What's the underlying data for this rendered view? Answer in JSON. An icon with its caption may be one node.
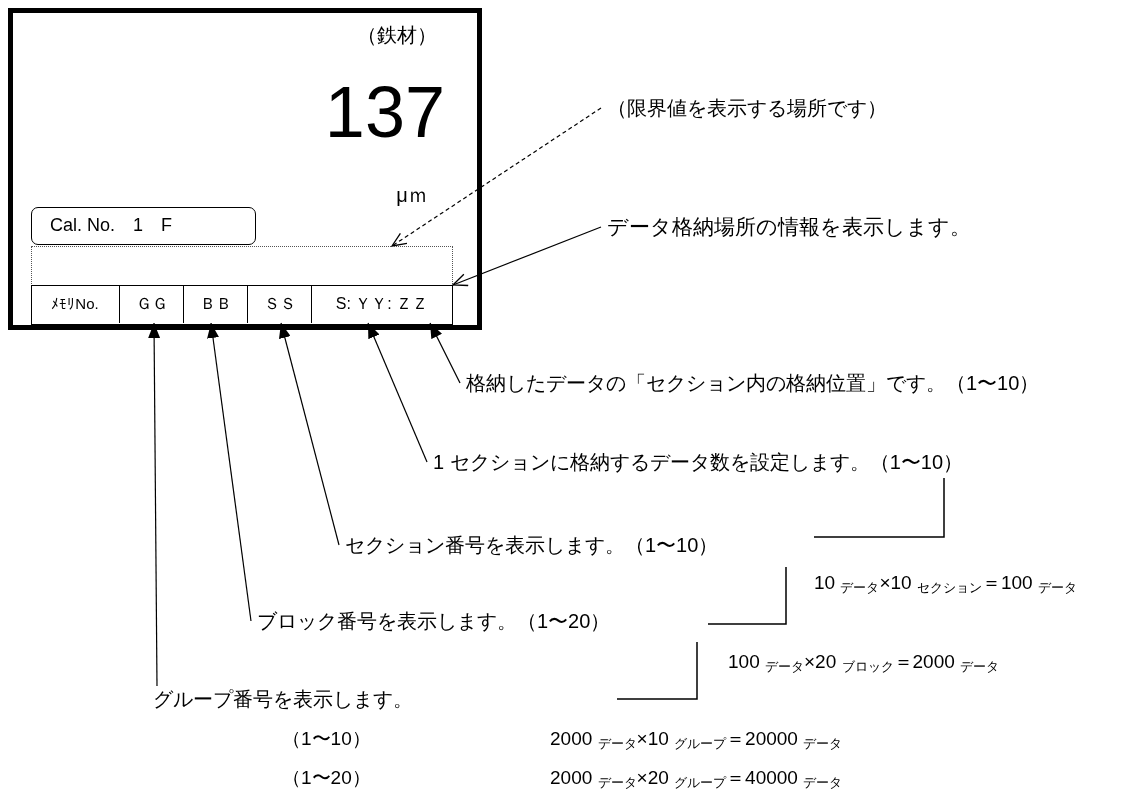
{
  "diagram": {
    "nodes": [
      {
        "text": [],
        "shape": "box"
      },
      {
        "text": [
          "（鉄材）"
        ],
        "in": 0
      },
      {
        "text": [
          "137"
        ],
        "in": 0
      },
      {
        "text": [
          "μｍ"
        ],
        "in": 0
      },
      {
        "text": [
          "Cal. No.　1　F"
        ],
        "in": 0
      },
      {
        "text": [],
        "shape": "box",
        "in": 0
      },
      {
        "text": [],
        "shape": "box",
        "in": 0
      },
      {
        "text": [
          "ﾒﾓﾘNo."
        ],
        "in": 6
      },
      {
        "text": [
          "ＧＧ"
        ],
        "in": 6
      },
      {
        "text": [
          "ＢＢ"
        ],
        "in": 6
      },
      {
        "text": [
          "ＳＳ"
        ],
        "in": 6
      },
      {
        "text": [
          "S: ＹＹ: ＺＺ"
        ],
        "in": 6
      },
      {
        "text": [
          "（限界値を表示する場所です）"
        ]
      },
      {
        "text": [
          "データ格納場所の情報を表示します。"
        ]
      },
      {
        "text": [
          "格納したデータの「セクション内の格納位置」です。（1〜10）"
        ]
      },
      {
        "text": [
          "1 セクションに格納するデータ数を設定します。（1〜10）"
        ]
      },
      {
        "text": [
          "セクション番号を表示します。（1〜10）"
        ]
      },
      {
        "text": [
          "ブロック番号を表示します。（1〜20）"
        ]
      },
      {
        "text": [
          "グループ番号を表示します。"
        ]
      }
    ],
    "edges": [
      {
        "from": 12,
        "to": 5,
        "arrow": "to",
        "style": "dashed"
      },
      {
        "from": 13,
        "to": 6,
        "arrow": "to"
      },
      {
        "from": 14,
        "to": 11,
        "arrow": "to"
      },
      {
        "from": 15,
        "to": 11,
        "arrow": "to"
      },
      {
        "from": 16,
        "to": 10,
        "arrow": "to"
      },
      {
        "from": 17,
        "to": 9,
        "arrow": "to"
      },
      {
        "from": 18,
        "to": 8,
        "arrow": "to"
      }
    ],
    "labels": [
      "10 $_{データ}$×10 $_{セクション}$＝100 $_{データ}$",
      "100 $_{データ}$×20 $_{ブロック}$＝2000 $_{データ}$",
      "（1〜10）",
      "2000 $_{データ}$×10 $_{グループ}$＝20000 $_{データ}$",
      "（1〜20）",
      "2000 $_{データ}$×20 $_{グループ}$＝40000 $_{データ}$"
    ]
  }
}
